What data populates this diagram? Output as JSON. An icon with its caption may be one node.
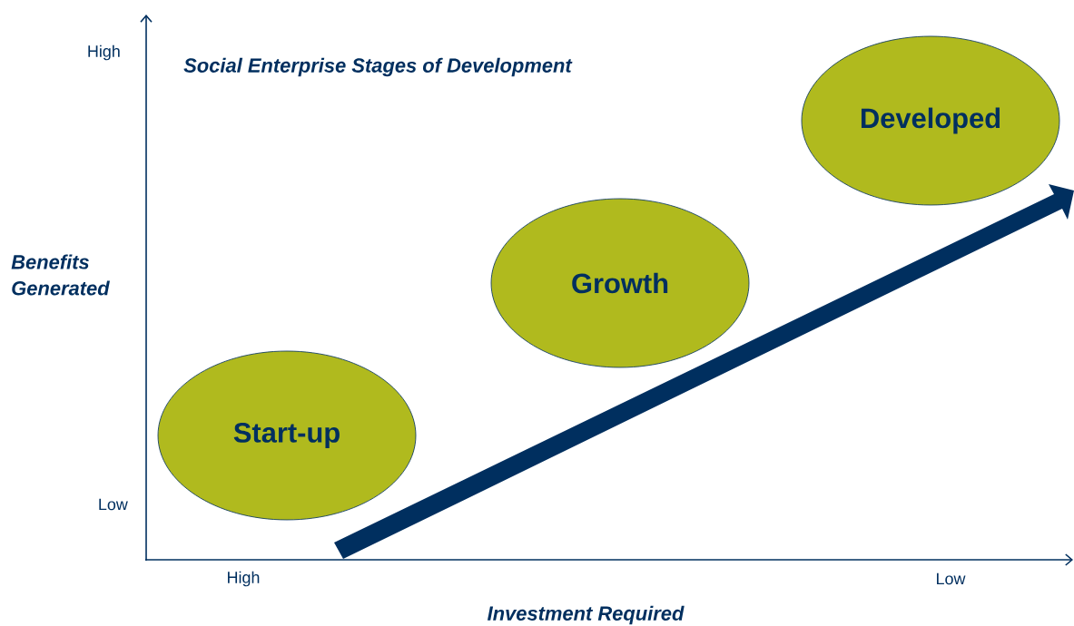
{
  "diagram": {
    "title": "Social Enterprise Stages of Development",
    "nodes": [
      {
        "text": [
          "Start-up"
        ]
      },
      {
        "text": [
          "Growth"
        ]
      },
      {
        "text": [
          "Developed"
        ]
      }
    ],
    "labels": [
      "High",
      "Benefits Generated",
      "Low",
      "High",
      "Low",
      "Investment Required"
    ]
  }
}
